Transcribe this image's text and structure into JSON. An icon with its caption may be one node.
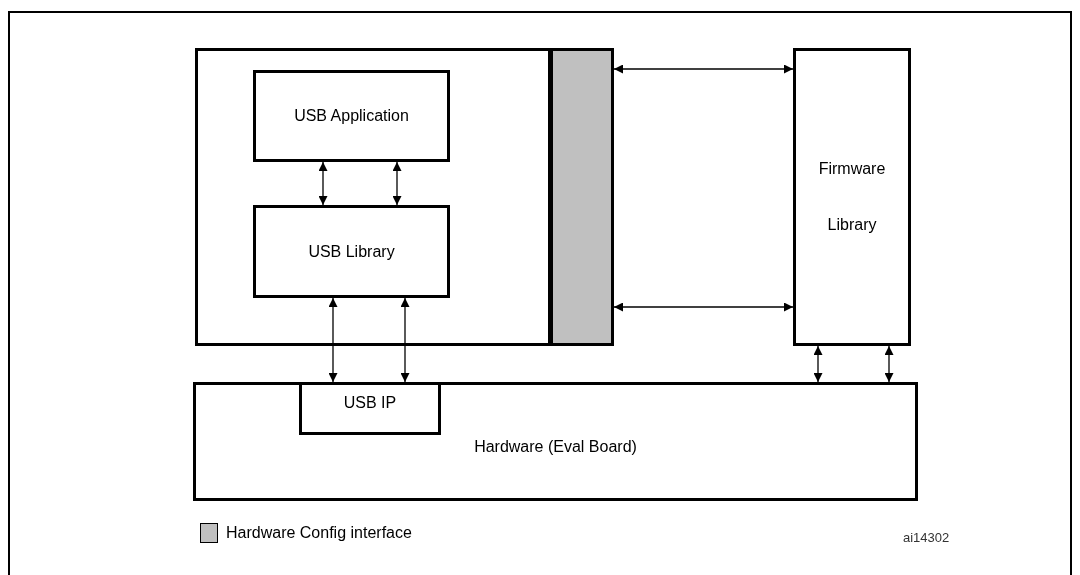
{
  "diagram": {
    "nodes": [
      {
        "text": [],
        "shape": "box"
      },
      {
        "text": [
          "USB Application"
        ],
        "in": 0
      },
      {
        "text": [
          "USB Library"
        ],
        "in": 0
      },
      {
        "text": [],
        "shape": "bar"
      },
      {
        "text": [
          "Firmware Library"
        ]
      },
      {
        "text": [
          "Hardware (Eval Board)"
        ]
      },
      {
        "text": [
          "USB IP"
        ],
        "in": 5
      }
    ],
    "edges": [
      {
        "from": 1,
        "to": 2,
        "arrow": "both"
      },
      {
        "from": 1,
        "to": 2,
        "arrow": "both"
      },
      {
        "from": 2,
        "to": 6,
        "arrow": "both"
      },
      {
        "from": 2,
        "to": 6,
        "arrow": "both"
      },
      {
        "from": 3,
        "to": 4,
        "arrow": "both"
      },
      {
        "from": 3,
        "to": 4,
        "arrow": "both"
      },
      {
        "from": 4,
        "to": 5,
        "arrow": "both"
      },
      {
        "from": 4,
        "to": 5,
        "arrow": "both"
      }
    ],
    "labels": [
      "ai14302"
    ],
    "legend": [
      {
        "text": "Hardware Config interface",
        "color": "#c0c0c0"
      }
    ]
  }
}
